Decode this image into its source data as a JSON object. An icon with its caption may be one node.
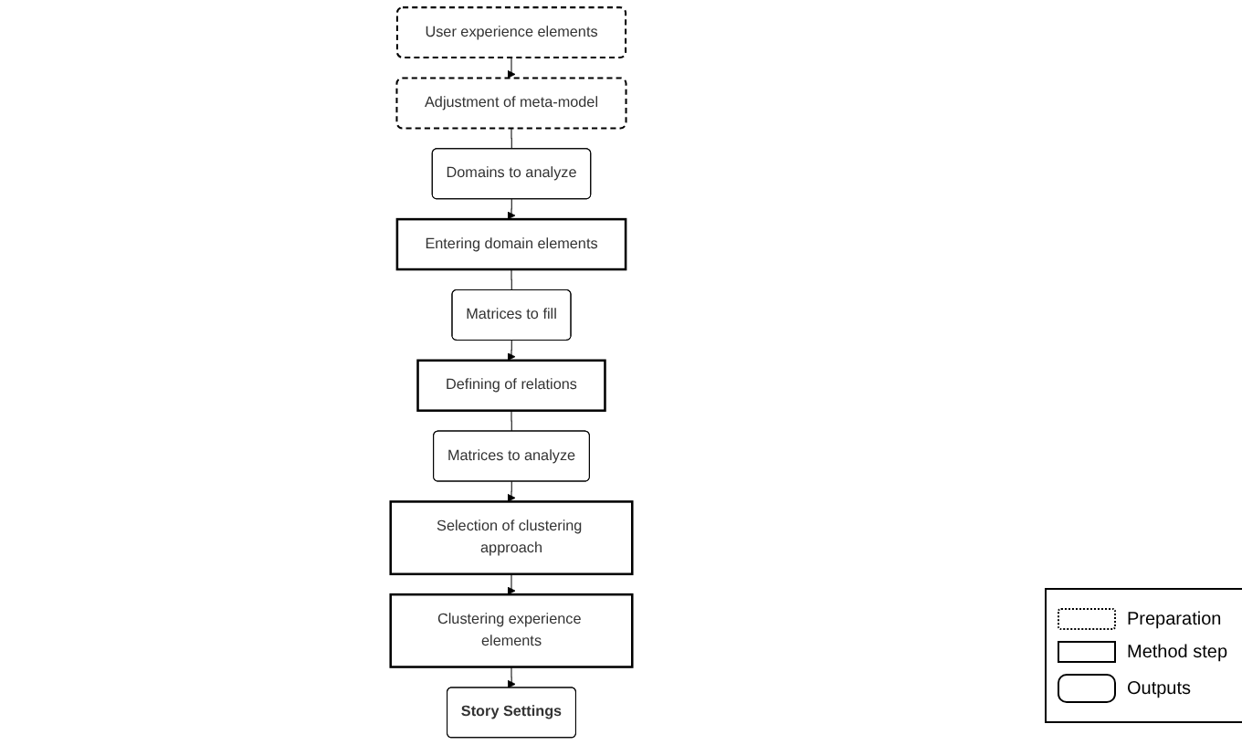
{
  "diagram": {
    "nodes": [
      {
        "text": [
          "User experience elements"
        ]
      },
      {
        "text": [
          "Adjustment of meta-model"
        ]
      },
      {
        "text": [
          "Domains to analyze"
        ]
      },
      {
        "text": [
          "Entering domain elements"
        ]
      },
      {
        "text": [
          "Matrices to fill"
        ]
      },
      {
        "text": [
          "Defining of relations"
        ]
      },
      {
        "text": [
          "Matrices to analyze"
        ]
      },
      {
        "text": [
          "Selection of clustering approach"
        ]
      },
      {
        "text": [
          "Clustering experience elements"
        ]
      },
      {
        "text": [
          "Story Settings"
        ]
      }
    ],
    "edges": [
      {
        "from": 0,
        "to": 1,
        "arrow": "to"
      },
      {
        "from": 1,
        "to": 2,
        "arrow": "none"
      },
      {
        "from": 2,
        "to": 3,
        "arrow": "to"
      },
      {
        "from": 3,
        "to": 4,
        "arrow": "none"
      },
      {
        "from": 4,
        "to": 5,
        "arrow": "to"
      },
      {
        "from": 5,
        "to": 6,
        "arrow": "none"
      },
      {
        "from": 6,
        "to": 7,
        "arrow": "to"
      },
      {
        "from": 7,
        "to": 8,
        "arrow": "to"
      },
      {
        "from": 8,
        "to": 9,
        "arrow": "to"
      }
    ],
    "legend": [
      {
        "text": "Preparation"
      },
      {
        "text": "Method step"
      },
      {
        "text": "Outputs"
      }
    ]
  }
}
